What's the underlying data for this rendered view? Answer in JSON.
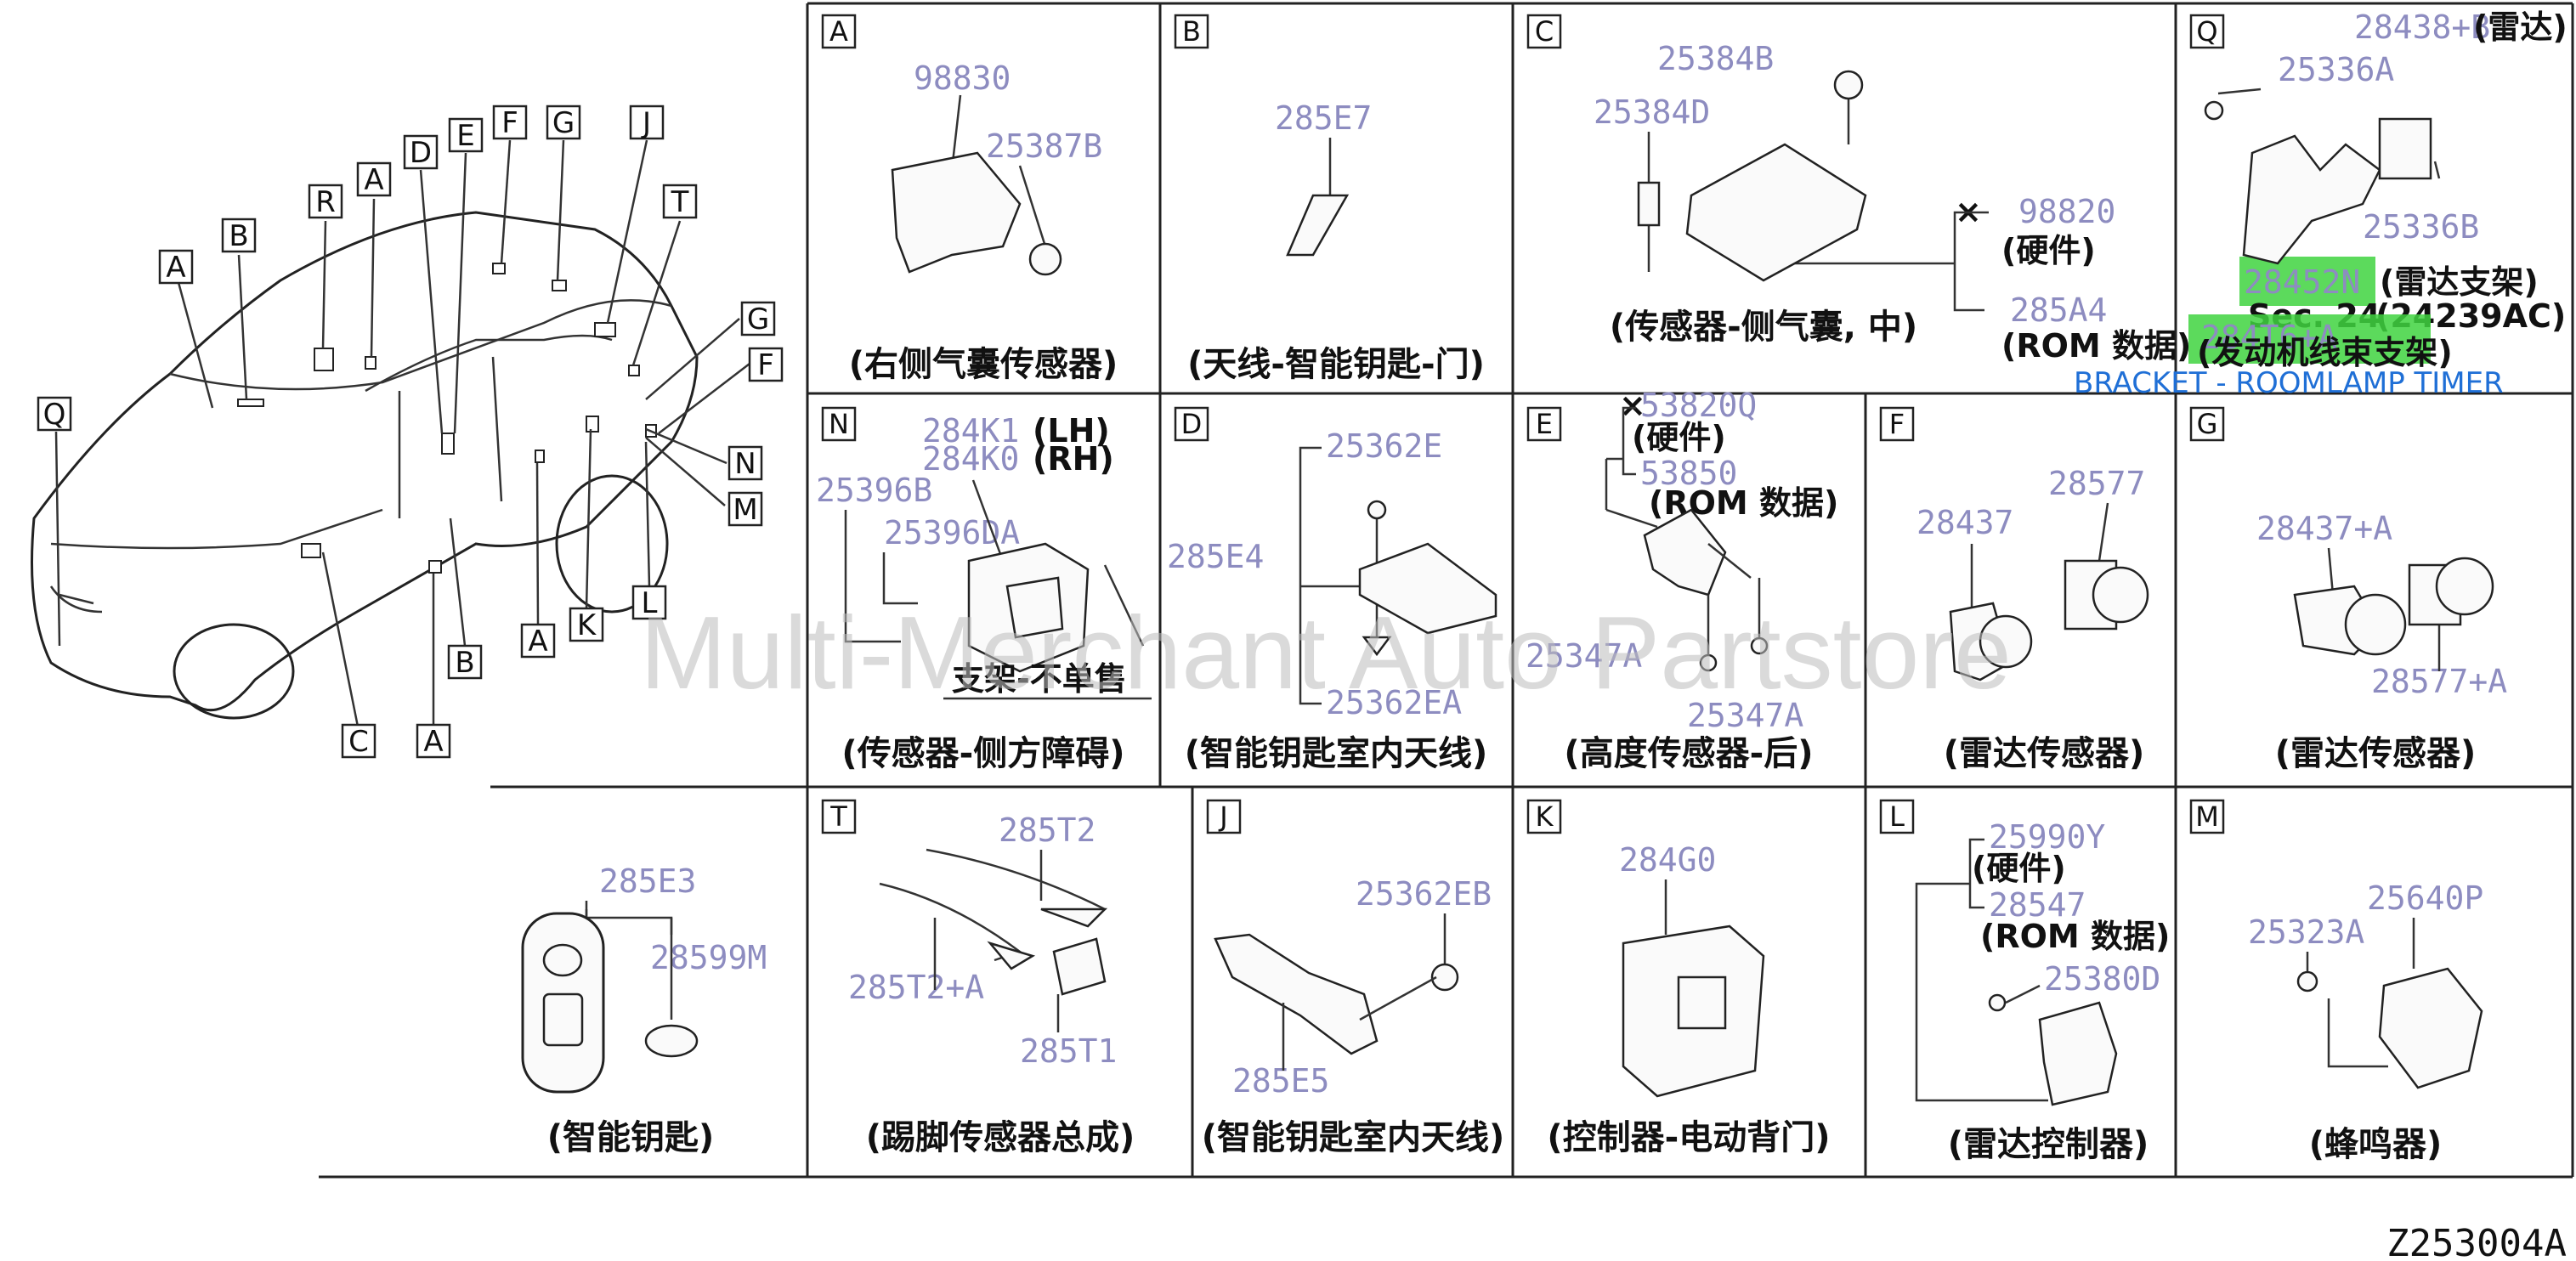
{
  "diagram_code": "Z253004A",
  "watermark": "Multi-Merchant Auto Partstore",
  "car_labels": [
    "A",
    "B",
    "R",
    "A",
    "D",
    "E",
    "F",
    "G",
    "J",
    "T",
    "G",
    "F",
    "N",
    "M",
    "L",
    "K",
    "A",
    "B",
    "C",
    "A",
    "Q"
  ],
  "cells": {
    "A": {
      "id": "A",
      "parts": [
        "98830",
        "25387B"
      ],
      "caption": "(右侧气囊传感器)"
    },
    "B": {
      "id": "B",
      "parts": [
        "285E7"
      ],
      "caption": "(天线-智能钥匙-门)"
    },
    "C": {
      "id": "C",
      "parts": [
        "25384B",
        "25384D",
        "98820",
        "285A4"
      ],
      "notes": [
        "(硬件)",
        "(ROM 数据)"
      ],
      "caption": "(传感器-侧气囊, 中)"
    },
    "Q": {
      "id": "Q",
      "parts": [
        "28438+B",
        "25336A",
        "25336B",
        "28452N",
        "284T6+A"
      ],
      "notes": [
        "(雷达)",
        "(雷达支架)",
        "Sec. 24",
        "(24239AC)",
        "(发动机线束支架)"
      ],
      "blue": "BRACKET - ROOMLAMP TIMER"
    },
    "N": {
      "id": "N",
      "parts": [
        "284K1",
        "284K0",
        "25396B",
        "25396DA"
      ],
      "notes": [
        "(LH)",
        "(RH)",
        "支架-不单售"
      ],
      "caption": "(传感器-侧方障碍)"
    },
    "D": {
      "id": "D",
      "parts": [
        "25362E",
        "285E4",
        "25362EA"
      ],
      "caption": "(智能钥匙室内天线)"
    },
    "E": {
      "id": "E",
      "parts": [
        "53820Q",
        "53850",
        "25347A",
        "25347A"
      ],
      "notes": [
        "(硬件)",
        "(ROM 数据)"
      ],
      "caption": "(高度传感器-后)"
    },
    "F": {
      "id": "F",
      "parts": [
        "28437",
        "28577"
      ],
      "caption": "(雷达传感器)"
    },
    "G": {
      "id": "G",
      "parts": [
        "28437+A",
        "28577+A"
      ],
      "caption": "(雷达传感器)"
    },
    "KEY": {
      "parts": [
        "285E3",
        "28599M"
      ],
      "caption": "(智能钥匙)"
    },
    "T": {
      "id": "T",
      "parts": [
        "285T2",
        "285T2+A",
        "285T1"
      ],
      "caption": "(踢脚传感器总成)"
    },
    "J": {
      "id": "J",
      "parts": [
        "25362EB",
        "285E5"
      ],
      "caption": "(智能钥匙室内天线)"
    },
    "K": {
      "id": "K",
      "parts": [
        "284G0"
      ],
      "caption": "(控制器-电动背门)"
    },
    "L": {
      "id": "L",
      "parts": [
        "25990Y",
        "28547",
        "25380D"
      ],
      "notes": [
        "(硬件)",
        "(ROM 数据)"
      ],
      "caption": "(雷达控制器)"
    },
    "M": {
      "id": "M",
      "parts": [
        "25640P",
        "25323A"
      ],
      "caption": "(蜂鸣器)"
    }
  }
}
